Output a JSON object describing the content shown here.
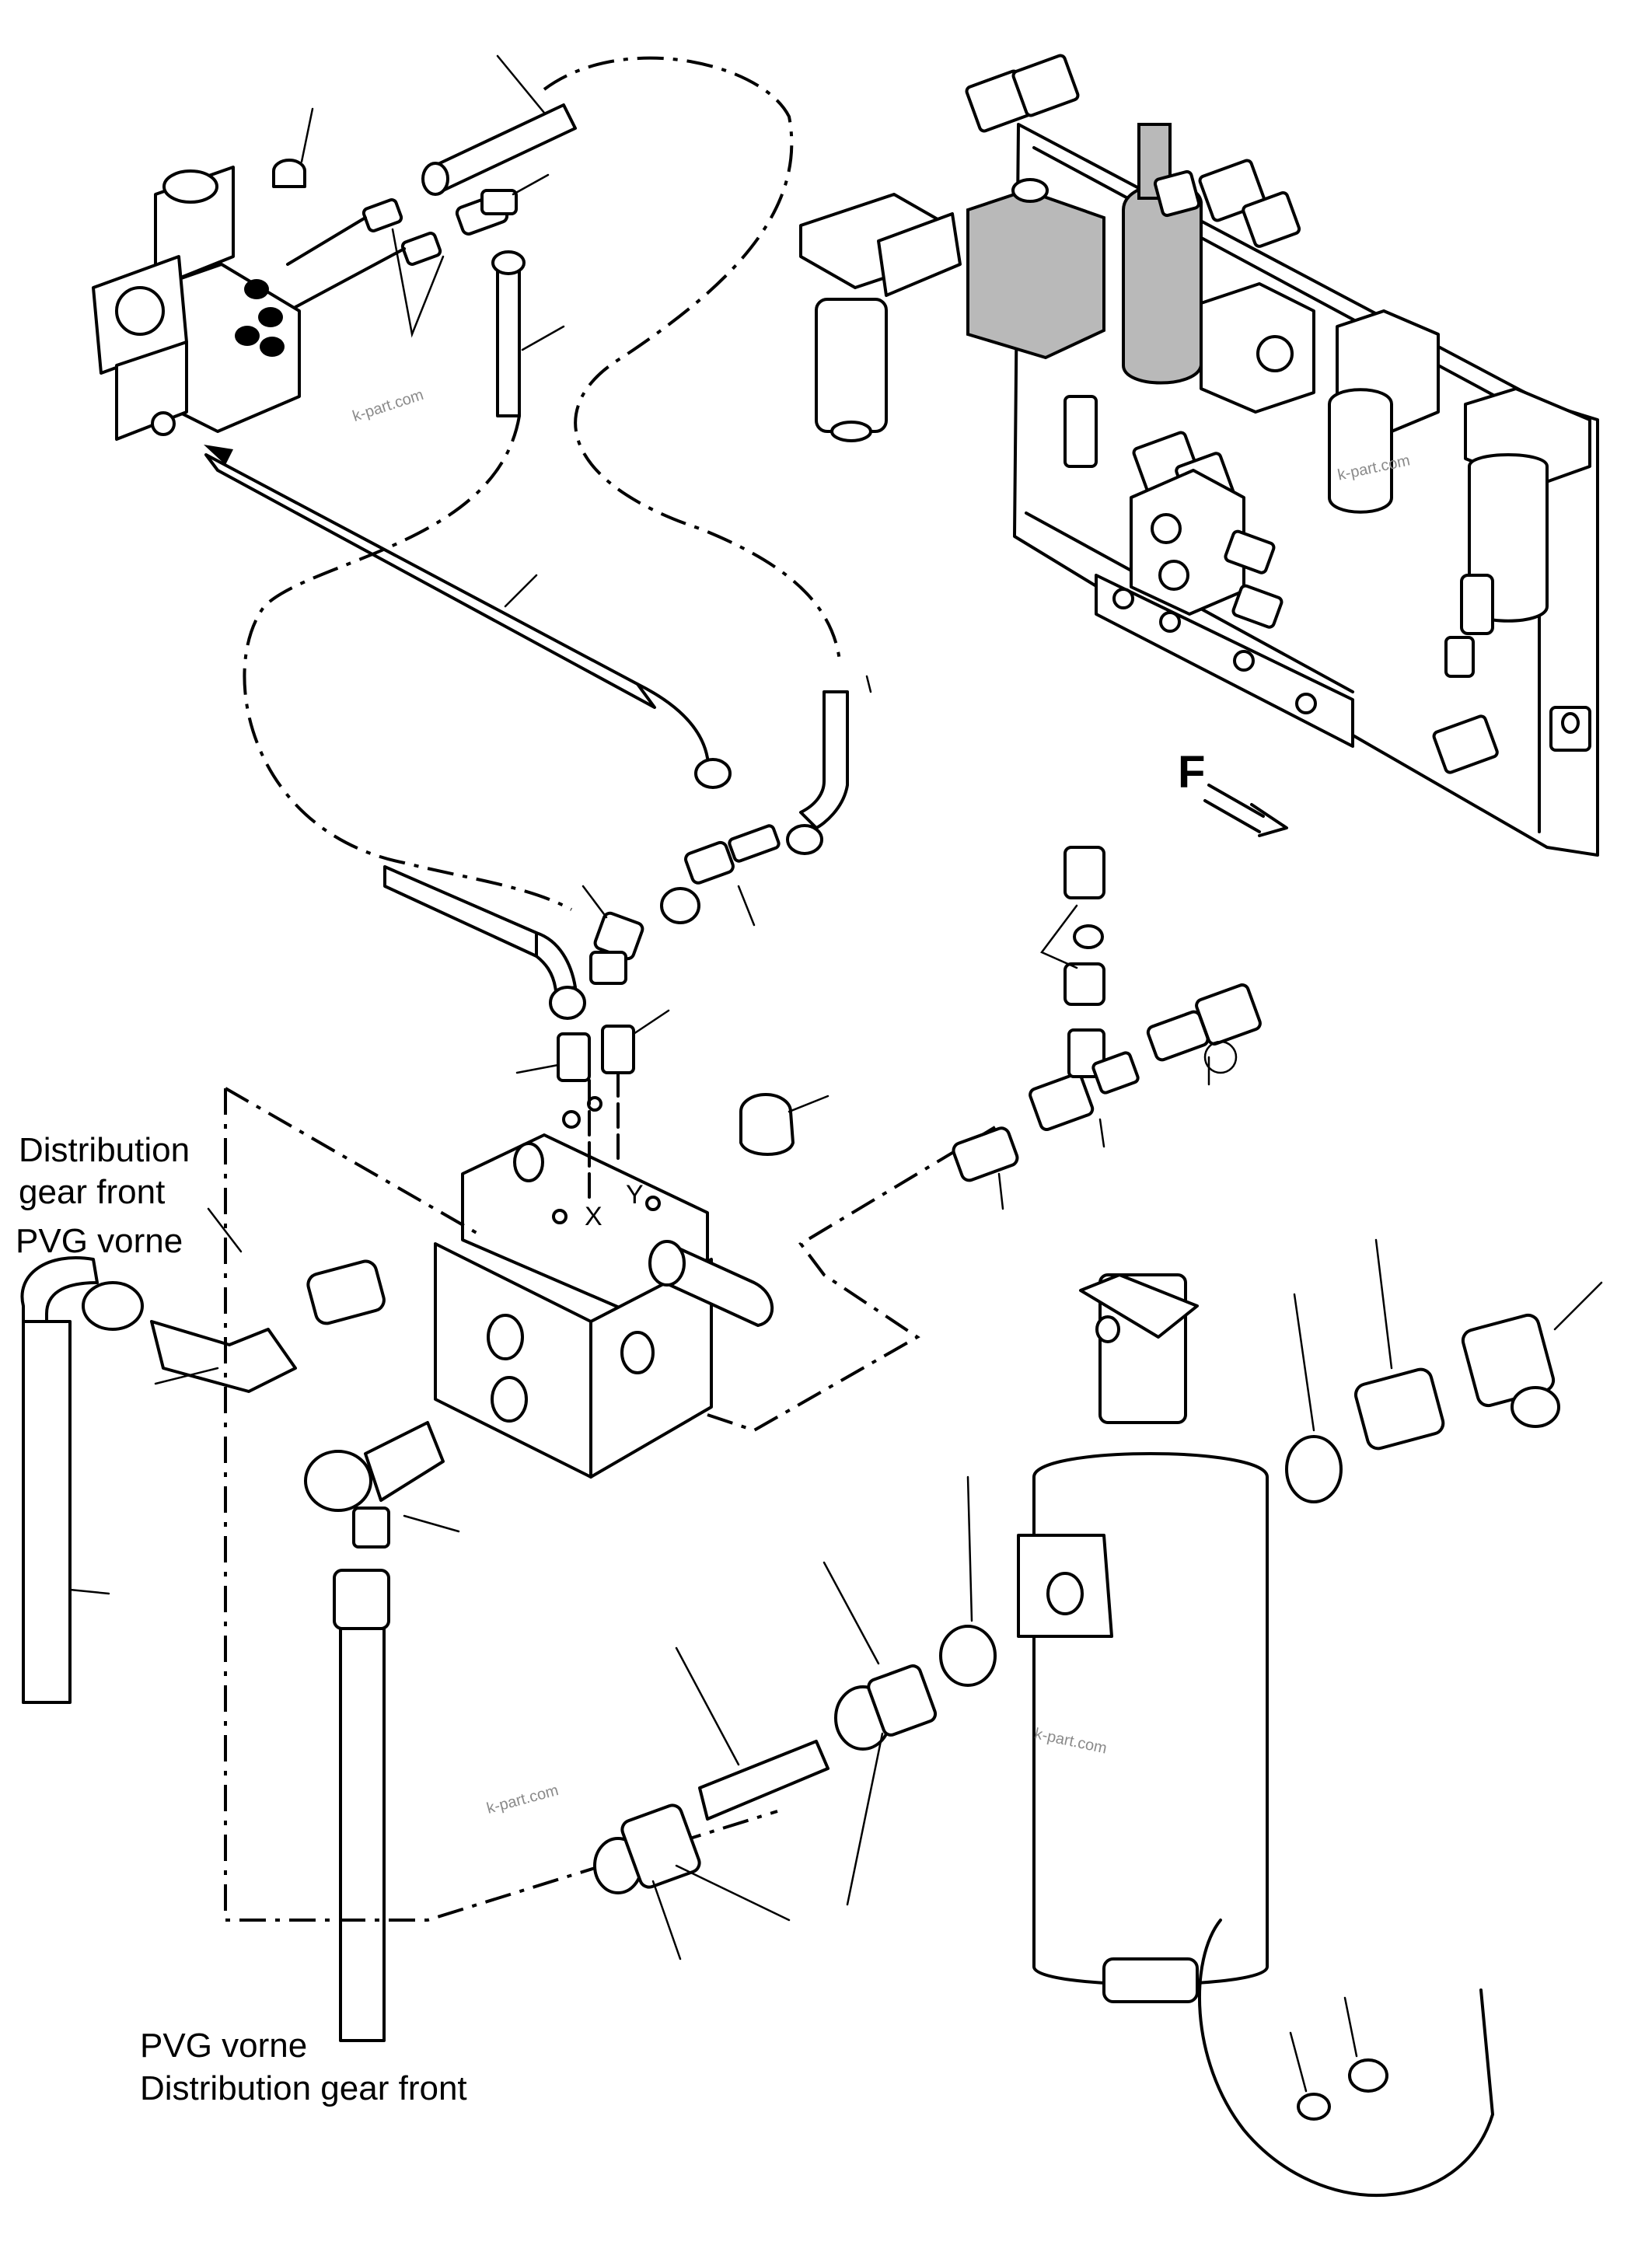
{
  "labels": {
    "dist_front_line1": "Distribution",
    "dist_front_line2": "gear front",
    "pvg_top": "PVG vorne",
    "pvg_bottom": "PVG vorne",
    "dist_front_bottom": "Distribution gear front"
  },
  "ports": {
    "x": "X",
    "y": "Y"
  },
  "direction": {
    "letter": "F"
  },
  "watermarks": [
    "k-part.com",
    "k-part.com",
    "k-part.com",
    "k-part.com"
  ]
}
